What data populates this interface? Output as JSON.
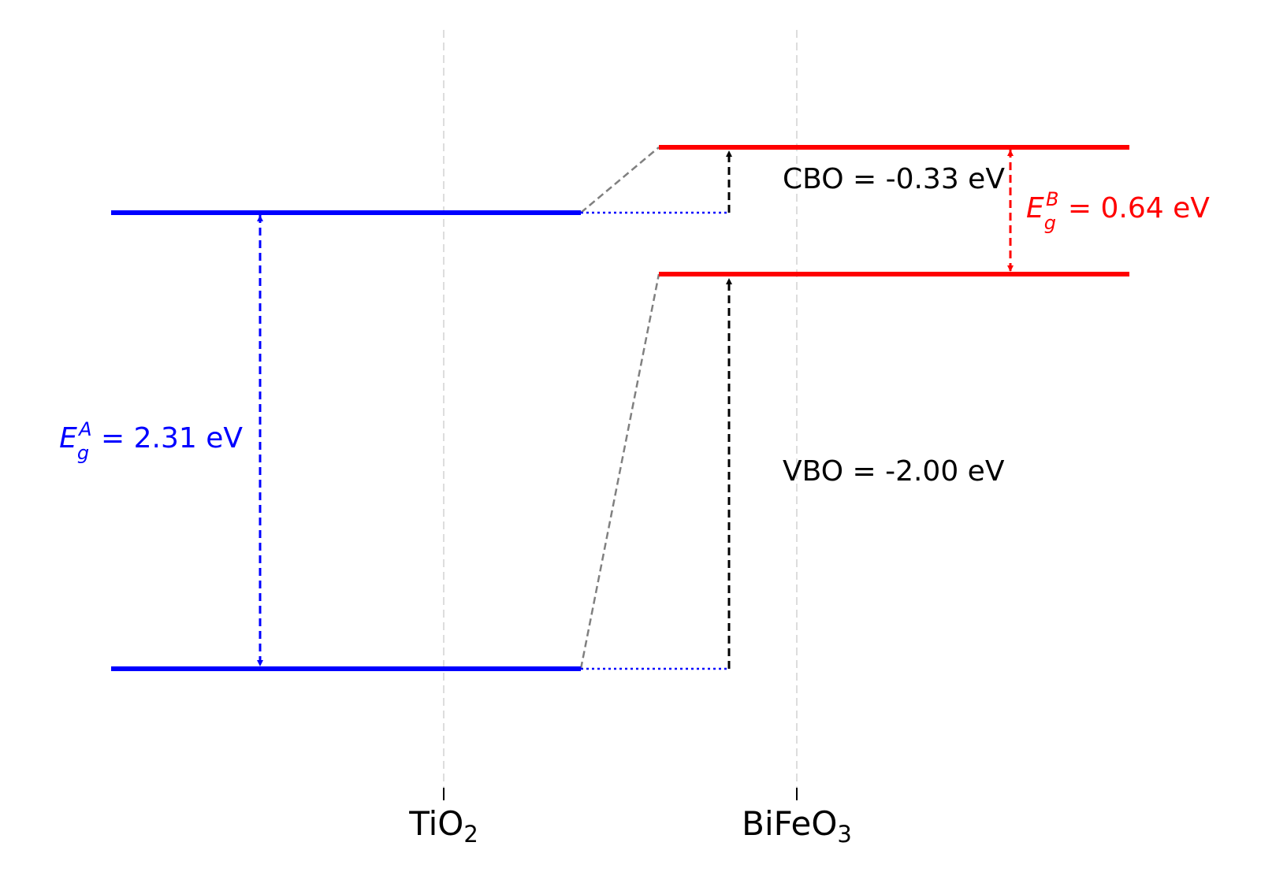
{
  "materials": [
    {
      "name": "TiO",
      "subscript": "2"
    },
    {
      "name": "BiFeO",
      "subscript": "3"
    }
  ],
  "band_gap_A": {
    "symbol": "E",
    "sub": "g",
    "sup": "A",
    "text": " = 2.31 eV",
    "value_eV": 2.31
  },
  "band_gap_B": {
    "symbol": "E",
    "sub": "g",
    "sup": "B",
    "text": " = 0.64 eV",
    "value_eV": 0.64
  },
  "cbo": {
    "text": "CBO = -0.33 eV",
    "value_eV": -0.33
  },
  "vbo": {
    "text": "VBO = -2.00 eV",
    "value_eV": -2.0
  },
  "colors": {
    "material_A": "#0000ff",
    "material_B": "#ff0000",
    "offset": "#000000",
    "connector": "#808080",
    "gridline": "#dddddd"
  }
}
